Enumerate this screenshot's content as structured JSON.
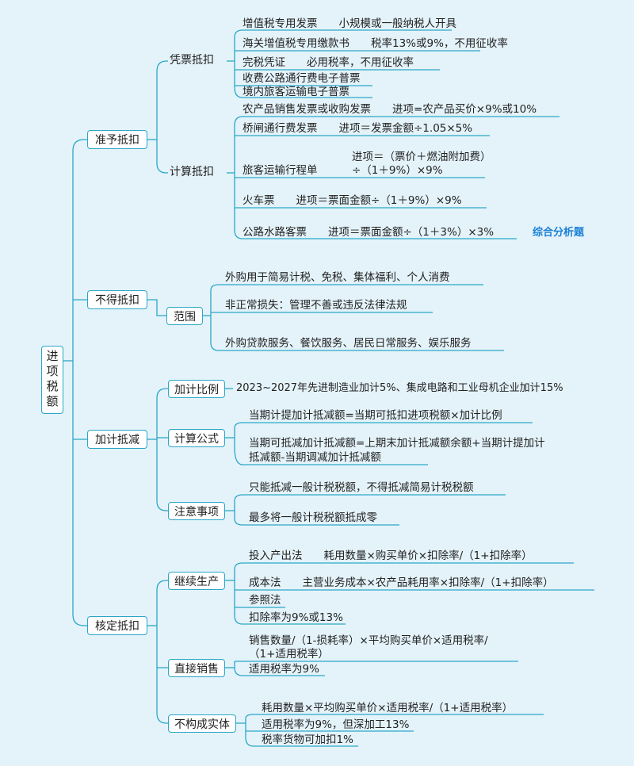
{
  "root": "进项税额",
  "tag": "综合分析题",
  "b1": {
    "label": "准予抵扣",
    "s1": {
      "label": "凭票抵扣",
      "items": [
        "增值税专用发票　　小规模或一般纳税人开具",
        "海关增值税专用缴款书　　税率13%或9%，不用征收率",
        "完税凭证　　必用税率，不用征收率",
        "收费公路通行费电子普票",
        "境内旅客运输电子普票"
      ]
    },
    "s2": {
      "label": "计算抵扣",
      "items": [
        "农产品销售发票或收购发票　　进项=农产品买价×9%或10%",
        "桥闸通行费发票　　进项＝发票金额÷1.05×5%",
        "旅客运输行程单",
        "进项＝（票价＋燃油附加费）÷（1＋9%）×9%",
        "火车票　　进项＝票面金额÷（1＋9%）×9%",
        "公路水路客票　　进项＝票面金额÷（1＋3%）×3%"
      ]
    }
  },
  "b2": {
    "label": "不得抵扣",
    "s1": {
      "label": "范围",
      "items": [
        "外购用于简易计税、免税、集体福利、个人消费",
        "非正常损失：管理不善或违反法律法规",
        "外购贷款服务、餐饮服务、居民日常服务、娱乐服务"
      ]
    }
  },
  "b3": {
    "label": "加计抵减",
    "s1": {
      "label": "加计比例",
      "items": [
        "2023~2027年先进制造业加计5%、集成电路和工业母机企业加计15%"
      ]
    },
    "s2": {
      "label": "计算公式",
      "items": [
        "当期计提加计抵减额=当期可抵扣进项税额×加计比例",
        "当期可抵减加计抵减额=上期末加计抵减额余额+当期计提加计抵减额-当期调减加计抵减额"
      ]
    },
    "s3": {
      "label": "注意事项",
      "items": [
        "只能抵减一般计税税额，不得抵减简易计税税额",
        "最多将一般计税税额抵成零"
      ]
    }
  },
  "b4": {
    "label": "核定抵扣",
    "s1": {
      "label": "继续生产",
      "items": [
        "投入产出法　　耗用数量×购买单价×扣除率/（1+扣除率）",
        "成本法　　主营业务成本×农产品耗用率×扣除率/（1+扣除率）",
        "参照法",
        "扣除率为9%或13%"
      ]
    },
    "s2": {
      "label": "直接销售",
      "items": [
        "销售数量/（1-损耗率）×平均购买单价×适用税率/（1+适用税率）",
        "适用税率为9%"
      ]
    },
    "s3": {
      "label": "不构成实体",
      "items": [
        "耗用数量×平均购买单价×适用税率/（1+适用税率）",
        "适用税率为9%，但深加工13%",
        "税率货物可加扣1%"
      ]
    }
  },
  "colors": {
    "line": "#2aa7c7",
    "bg": "#e4f3fa",
    "accent": "#1a7fd6"
  }
}
